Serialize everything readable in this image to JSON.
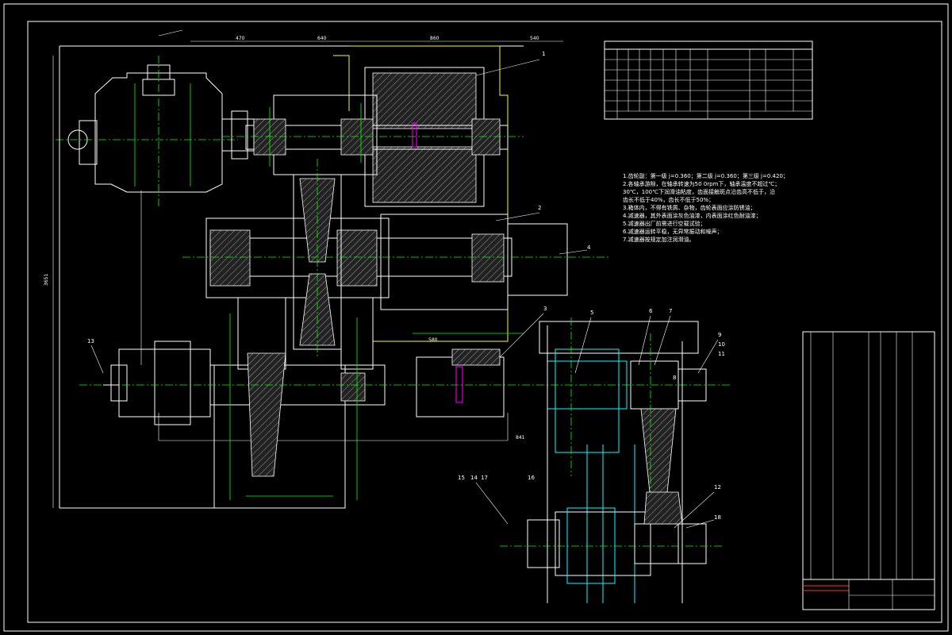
{
  "drawing": {
    "dimensions": {
      "d470": "470",
      "d640": "640",
      "d860": "860",
      "d540": "540",
      "d580": "580",
      "d841": "841",
      "d3651": "3651"
    },
    "balloons": [
      "1",
      "2",
      "3",
      "4",
      "5",
      "6",
      "7",
      "8",
      "9",
      "10",
      "11",
      "12",
      "13",
      "14",
      "15",
      "16",
      "17",
      "18"
    ],
    "tech_requirements": {
      "lines": [
        "1.齿轮副：第一级 j=0.360；第二级 j=0.360；第三级 j=0.420；",
        "2.各轴承游隙，在轴承转速为50 0rpm下，轴承温度不超过℃；",
        "  30℃，100℃下润滑油粘度，齿面接触斑点沿齿高不低于，沿",
        "  齿长不低于40%，齿长不低于50%；",
        "3.箱体内，不得有铁屑、杂物，齿轮表面应涂防锈油；",
        "4.减速器，其外表面涂灰色油漆，内表面涂红色耐油漆；",
        "5.减速器出厂前需进行空载试验；",
        "6.减速器运转平稳，无异常振动和噪声；",
        "7.减速器按规定加注润滑油。"
      ]
    }
  },
  "colors": {
    "background": "#000000",
    "outline": "#ffffff",
    "centerline": "#00ff00",
    "hidden": "#ffff00",
    "section": "#00ffff",
    "accent": "#ff00ff",
    "warning": "#ff3030"
  }
}
